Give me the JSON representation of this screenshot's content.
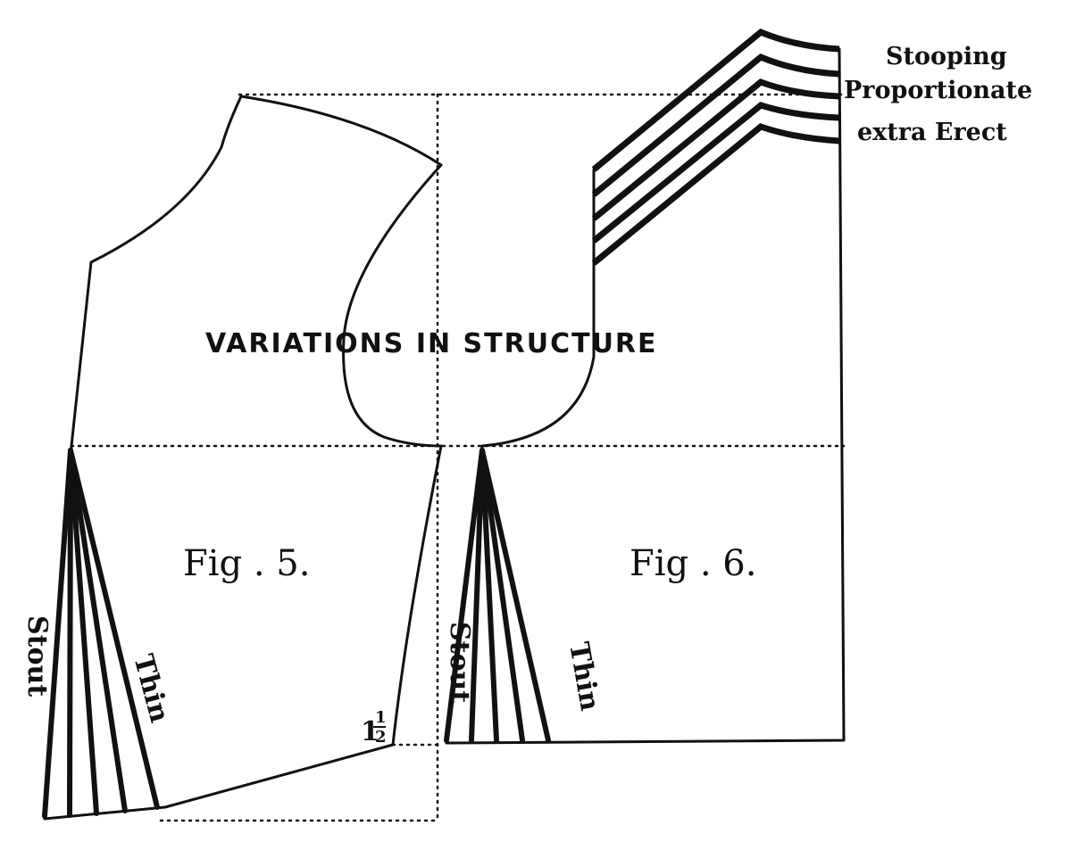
{
  "diagram": {
    "title": "VARIATIONS IN STRUCTURE",
    "fig5_label": "Fig . 5.",
    "fig6_label": "Fig . 6.",
    "fig5_stout": "Stout",
    "fig5_thin": "Thin",
    "fig6_stout": "Stout",
    "fig6_thin": "Thin",
    "measurement_whole": "1",
    "measurement_num": "1",
    "measurement_den": "2",
    "shoulder_labels": [
      "Stooping",
      "Proportionate",
      "extra Erect"
    ]
  }
}
